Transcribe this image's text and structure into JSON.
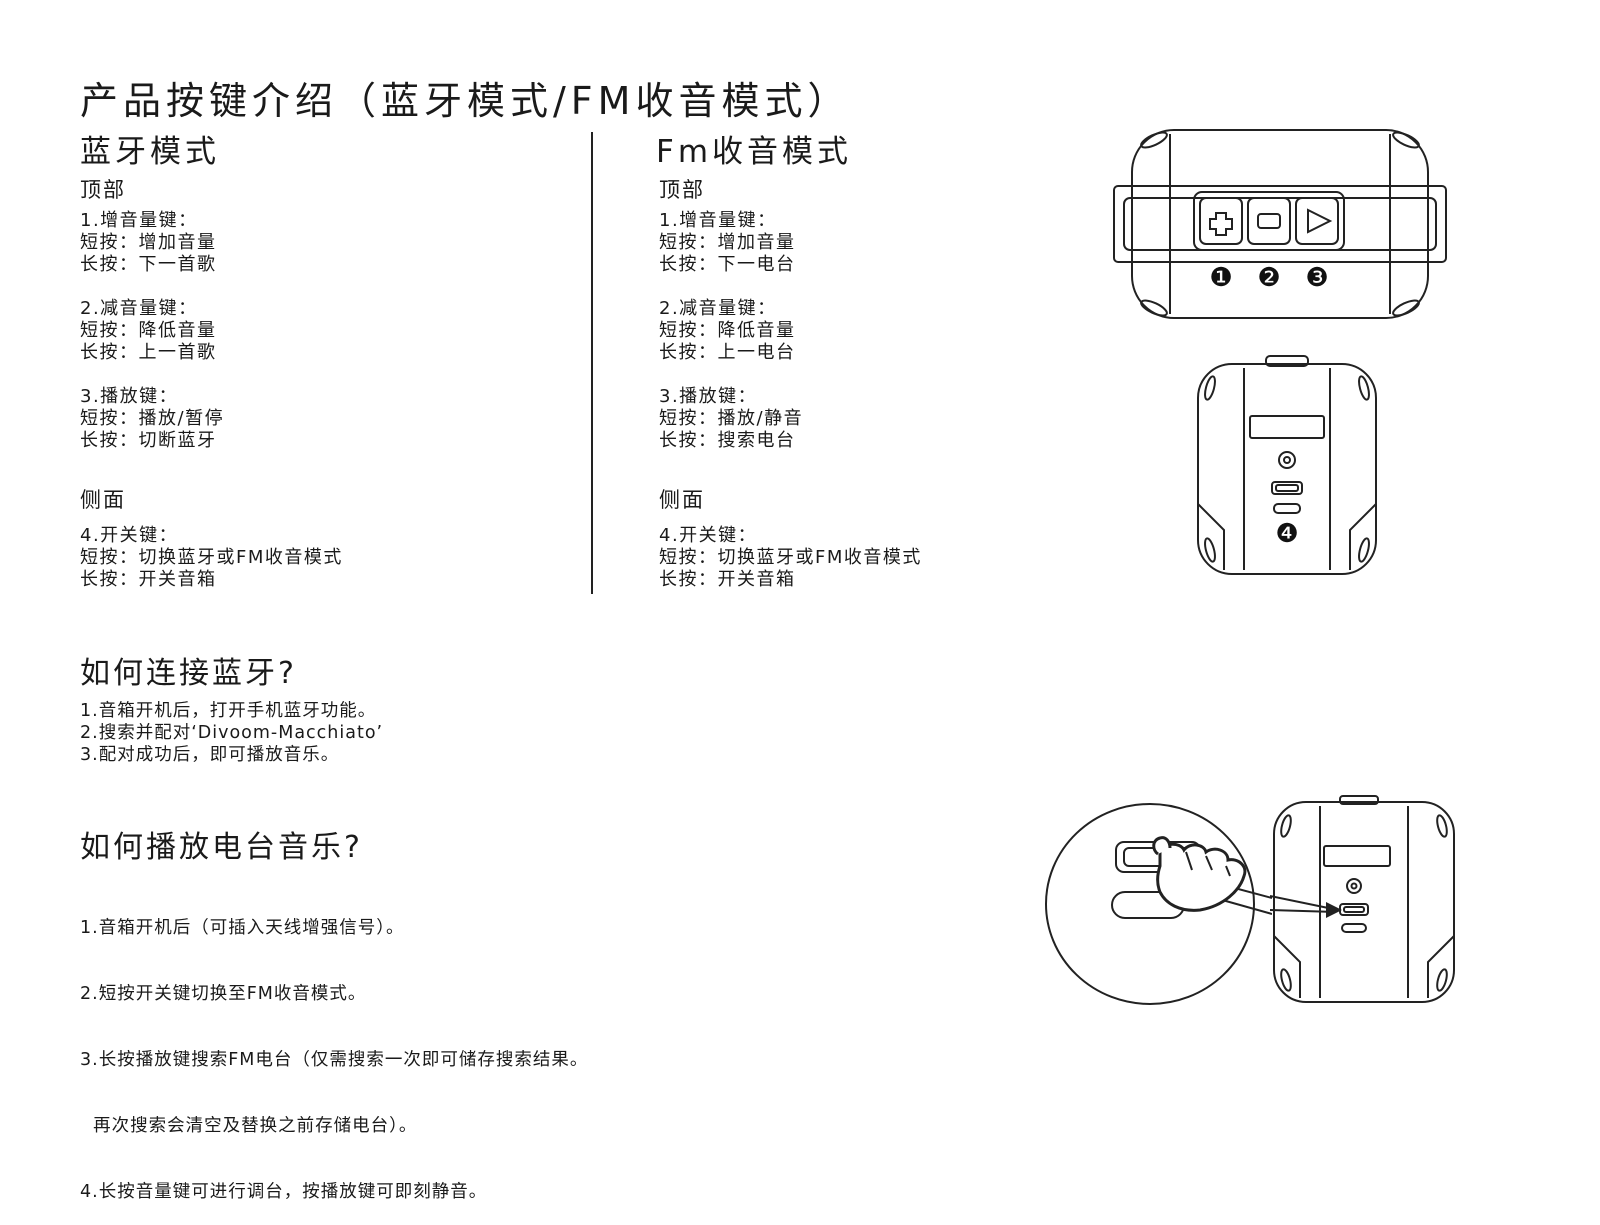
{
  "page_title": "产品按键介绍（蓝牙模式/FM收音模式）",
  "bluetooth": {
    "heading": "蓝牙模式",
    "top_label": "顶部",
    "keys": [
      {
        "name": "1.增音量键：",
        "short": "短按：增加音量",
        "long": "长按：下一首歌"
      },
      {
        "name": "2.减音量键：",
        "short": "短按：降低音量",
        "long": "长按：上一首歌"
      },
      {
        "name": "3.播放键：",
        "short": "短按：播放/暂停",
        "long": "长按：切断蓝牙"
      }
    ],
    "side_label": "侧面",
    "power": {
      "name": "4.开关键：",
      "short": "短按：切换蓝牙或FM收音模式",
      "long": "长按：开关音箱"
    }
  },
  "fm": {
    "heading": "Fm收音模式",
    "top_label": "顶部",
    "keys": [
      {
        "name": "1.增音量键：",
        "short": "短按：增加音量",
        "long": "长按：下一电台"
      },
      {
        "name": "2.减音量键：",
        "short": "短按：降低音量",
        "long": "长按：上一电台"
      },
      {
        "name": "3.播放键：",
        "short": "短按：播放/静音",
        "long": "长按：搜索电台"
      }
    ],
    "side_label": "侧面",
    "power": {
      "name": "4.开关键：",
      "short": "短按：切换蓝牙或FM收音模式",
      "long": "长按：开关音箱"
    }
  },
  "connect_bt": {
    "heading": "如何连接蓝牙?",
    "steps": [
      "1.音箱开机后，打开手机蓝牙功能。",
      "2.搜索并配对‘Divoom-Macchiato’",
      "3.配对成功后，即可播放音乐。"
    ]
  },
  "play_radio": {
    "heading": "如何播放电台音乐?",
    "steps": [
      "1.音箱开机后（可插入天线增强信号）。",
      "2.短按开关键切换至FM收音模式。",
      "3.长按播放键搜索FM电台（仅需搜索一次即可储存搜索结果。",
      "  再次搜索会清空及替换之前存储电台）。",
      "4.长按音量键可进行调台，按播放键可即刻静音。"
    ]
  },
  "diagram": {
    "markers": [
      "❶",
      "❷",
      "❸",
      "❹"
    ]
  }
}
